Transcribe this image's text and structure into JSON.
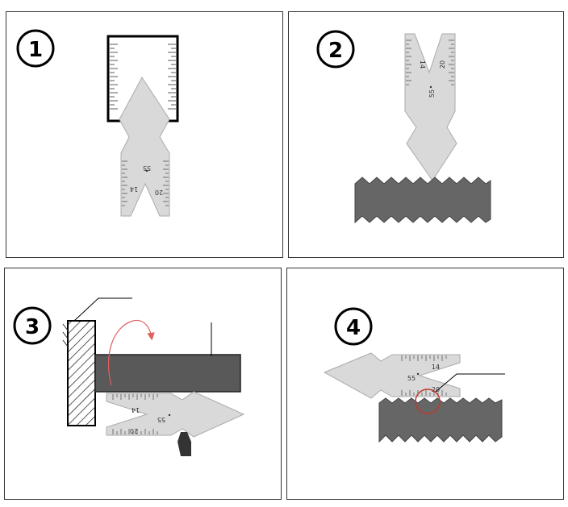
{
  "steps": [
    {
      "number": "1",
      "gauge": {
        "angle": "55",
        "marks": [
          "14",
          "20"
        ]
      }
    },
    {
      "number": "2",
      "gauge": {
        "angle": "55",
        "marks": [
          "14",
          "20"
        ]
      }
    },
    {
      "number": "3",
      "gauge": {
        "angle": "55",
        "marks": [
          "14",
          "20"
        ]
      }
    },
    {
      "number": "4",
      "gauge": {
        "angle": "55",
        "marks": [
          "14",
          "20"
        ]
      }
    }
  ],
  "colors": {
    "panel_border": "#333333",
    "gauge_fill": "#d9d9d9",
    "thread_fill": "#666666",
    "workpiece_fill": "#595959",
    "arrow": "#e06060",
    "highlight_circle": "#c0392b"
  }
}
